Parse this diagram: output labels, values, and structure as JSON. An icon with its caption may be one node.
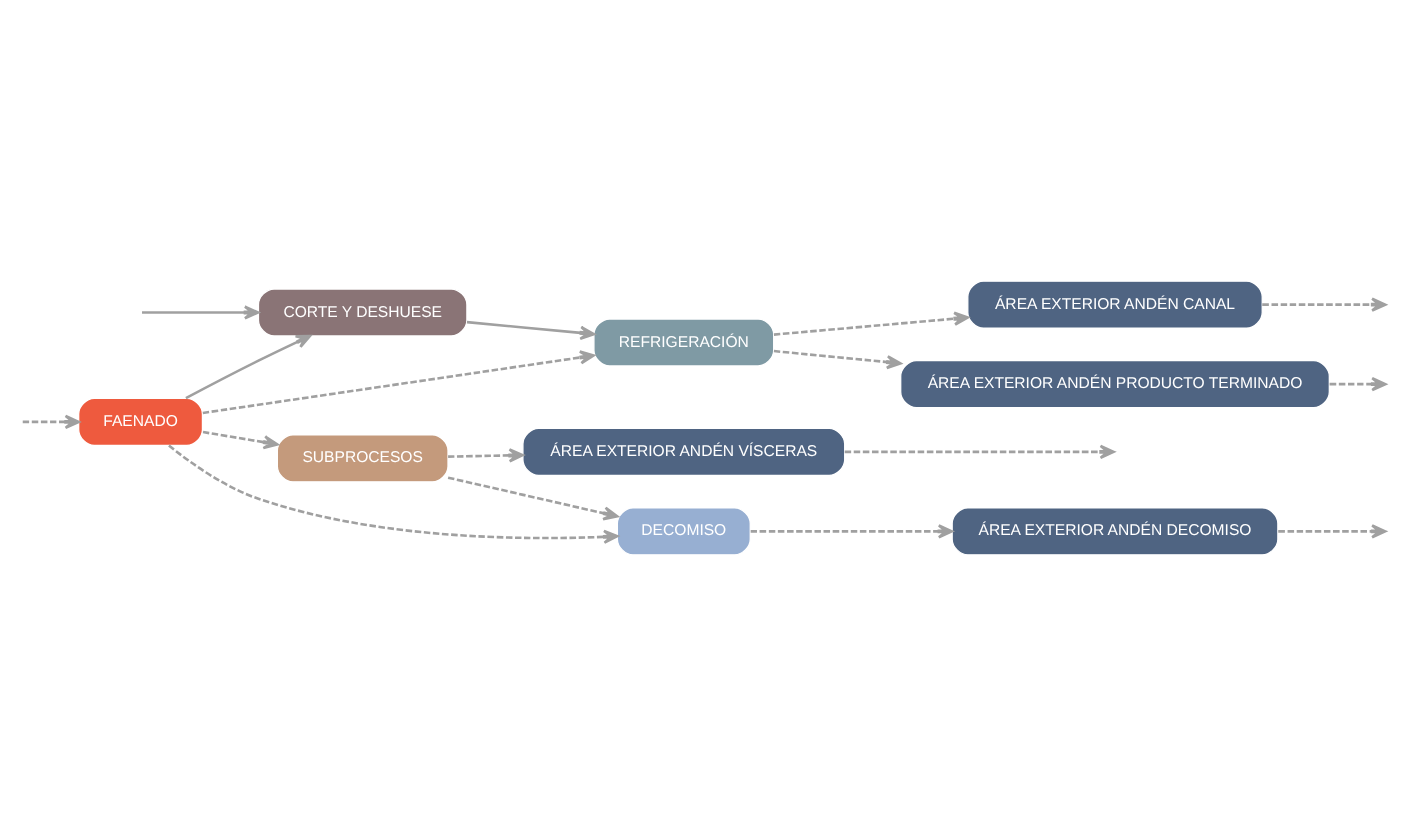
{
  "diagram": {
    "nodes": [
      {
        "text": [
          "SUBPROCESOS"
        ]
      },
      {
        "text": [
          "ÁREA EXTERIOR ANDÉN VÍSCERAS"
        ]
      },
      {
        "text": [
          "DECOMISO"
        ]
      },
      {
        "text": [
          "FAENADO"
        ]
      },
      {
        "text": [
          "ÁREA EXTERIOR ANDÉN DECOMISO"
        ]
      },
      {
        "text": [
          "CORTE Y DESHUESE"
        ]
      },
      {
        "text": [
          "ÁREA EXTERIOR ANDÉN CANAL"
        ]
      },
      {
        "text": [
          "REFRIGERACIÓN"
        ]
      },
      {
        "text": [
          "ÁREA EXTERIOR ANDÉN PRODUCTO TERMINADO"
        ]
      }
    ],
    "edges": [
      {
        "from": null,
        "to": 3,
        "arrow": "to",
        "style": "dashed"
      },
      {
        "from": null,
        "to": 5,
        "arrow": "to"
      },
      {
        "from": 3,
        "to": 0,
        "arrow": "to",
        "style": "dashed"
      },
      {
        "from": 3,
        "to": 2,
        "arrow": "to",
        "style": "dashed"
      },
      {
        "from": 0,
        "to": 2,
        "arrow": "to",
        "style": "dashed"
      },
      {
        "from": 0,
        "to": 1,
        "arrow": "to",
        "style": "dashed"
      },
      {
        "from": 1,
        "to": null,
        "arrow": "to",
        "style": "dashed"
      },
      {
        "from": 2,
        "to": 4,
        "arrow": "to",
        "style": "dashed"
      },
      {
        "from": 4,
        "to": null,
        "arrow": "to",
        "style": "dashed"
      },
      {
        "from": 3,
        "to": 5,
        "arrow": "to"
      },
      {
        "from": 3,
        "to": 7,
        "arrow": "to",
        "style": "dashed"
      },
      {
        "from": 5,
        "to": 7,
        "arrow": "to"
      },
      {
        "from": 7,
        "to": 6,
        "arrow": "to",
        "style": "dashed"
      },
      {
        "from": 7,
        "to": 8,
        "arrow": "to",
        "style": "dashed"
      },
      {
        "from": 6,
        "to": null,
        "arrow": "to",
        "style": "dashed"
      },
      {
        "from": 8,
        "to": null,
        "arrow": "to",
        "style": "dashed"
      }
    ]
  }
}
